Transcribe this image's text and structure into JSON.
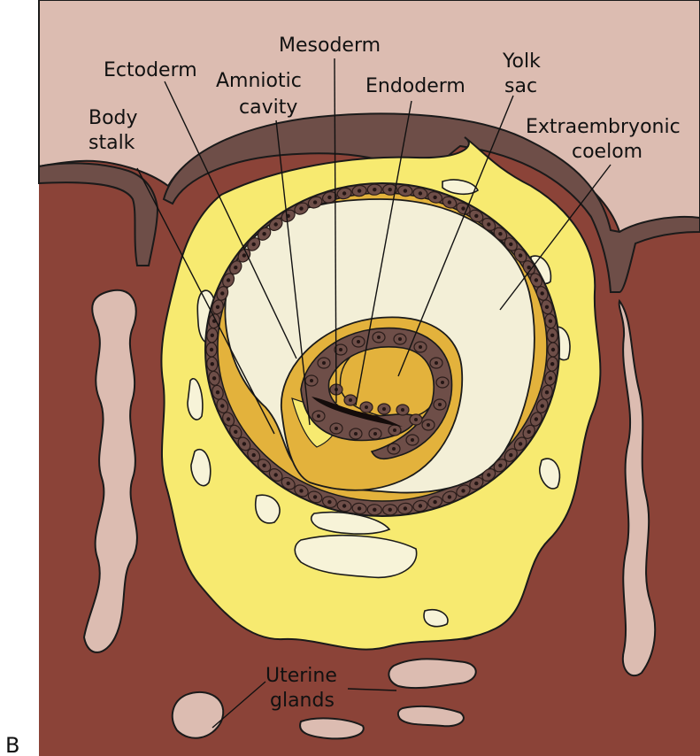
{
  "figure": {
    "panel_label": "B",
    "labels": {
      "ectoderm": "Ectoderm",
      "mesoderm": "Mesoderm",
      "amniotic_cavity_1": "Amniotic",
      "amniotic_cavity_2": "cavity",
      "endoderm": "Endoderm",
      "yolk_sac_1": "Yolk",
      "yolk_sac_2": "sac",
      "body_stalk_1": "Body",
      "body_stalk_2": "stalk",
      "extraembryonic_coelom_1": "Extraembryonic",
      "extraembryonic_coelom_2": "coelom",
      "uterine_glands_1": "Uterine",
      "uterine_glands_2": "glands"
    },
    "colors": {
      "endometrium": "#8b4338",
      "uterine_lumen": "#dcbcb1",
      "gland": "#dcbcb1",
      "trophoblast": "#f7ea70",
      "lacunae": "#f7f3d8",
      "coelom": "#f3efd7",
      "mesoderm": "#e3b23c",
      "cell_layer": "#6e4e48",
      "outline": "#1a1a1a"
    }
  }
}
